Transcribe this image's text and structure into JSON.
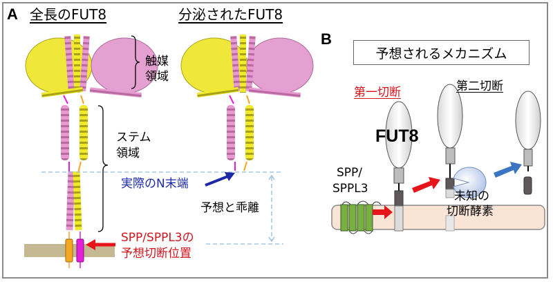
{
  "panel_a": {
    "letter": "A",
    "title_full": "全長のFUT8",
    "title_secreted": "分泌されたFUT8",
    "catalytic_label_1": "触媒",
    "catalytic_label_2": "領域",
    "stem_label_1": "ステム",
    "stem_label_2": "領域",
    "actual_n_term": "実際のN末端",
    "deviation": "予想と乖離",
    "predicted_site_1": "SPP/SPPL3の",
    "predicted_site_2": "予想切断位置"
  },
  "panel_b": {
    "letter": "B",
    "mechanism_title": "予想されるメカニズム",
    "first_cleavage": "第一切断",
    "second_cleavage": "第二切断",
    "protein_name": "FUT8",
    "protease_1": "SPP/",
    "protease_2": "SPPL3",
    "unknown_1": "未知の",
    "unknown_2": "切断酵素"
  },
  "colors": {
    "helix_pink": "#e79ad0",
    "helix_yellow": "#f0ea2a",
    "membrane_a": "#c5b993",
    "membrane_b": "#f9e4d6",
    "spp_green": "#78b043",
    "arrow_red": "#e8141b",
    "arrow_blue": "#3c74c4",
    "magenta": "#e31fd8",
    "orange": "#f5a623",
    "dash_blue": "#8fbcd8"
  }
}
